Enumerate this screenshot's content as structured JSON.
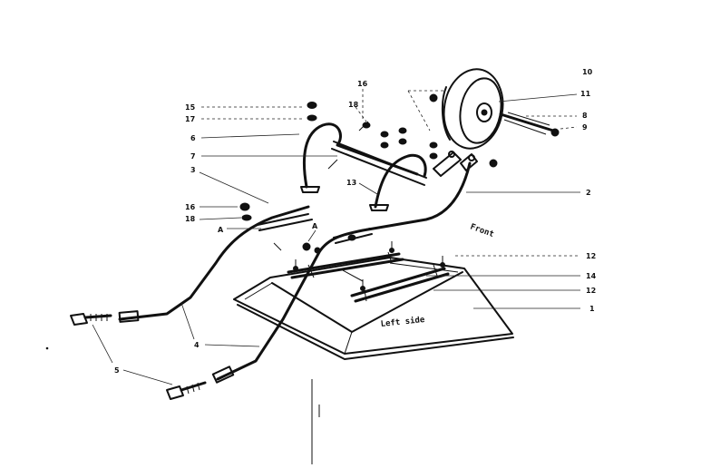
{
  "callouts": {
    "c1": "1",
    "c2": "2",
    "c3": "3",
    "c4": "4",
    "c5": "5",
    "c6": "6",
    "c7": "7",
    "c8": "8",
    "c9": "9",
    "c10": "10",
    "c11": "11",
    "c12a": "12",
    "c12b": "12",
    "c13": "13",
    "c14": "14",
    "c15": "15",
    "c16a": "16",
    "c16b": "16",
    "c17": "17",
    "c18a": "18",
    "c18b": "18",
    "a1": "A",
    "a2": "A"
  },
  "annotations": {
    "front": "Front",
    "left_side": "Left side"
  }
}
